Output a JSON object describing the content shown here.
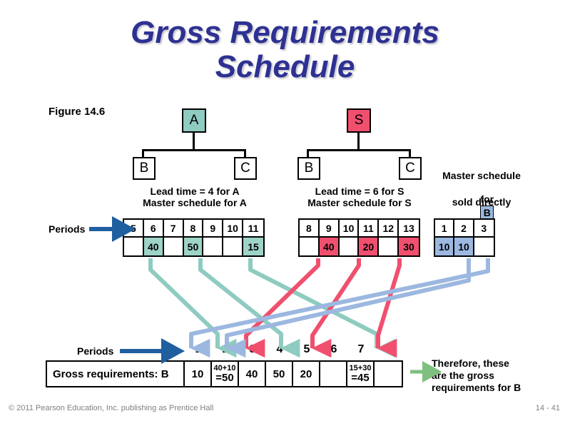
{
  "title": "Gross  Requirements\nSchedule",
  "figure_label": "Figure 14.6",
  "trees": [
    {
      "root": "A",
      "children": [
        "B",
        "C"
      ],
      "caption_line1": "Lead time = 4 for A",
      "caption_line2": "Master schedule for A",
      "root_color": "#8ecbc0"
    },
    {
      "root": "S",
      "children": [
        "B",
        "C"
      ],
      "caption_line1": "Lead time = 6 for S",
      "caption_line2": "Master schedule for S",
      "root_color": "#f0506e"
    }
  ],
  "master_b_caption": {
    "line1": "Master schedule",
    "line2_pre": "for",
    "line2_badge": "B",
    "line3": "sold directly"
  },
  "periods_label": "Periods",
  "schedule_a": {
    "periods": [
      "5",
      "6",
      "7",
      "8",
      "9",
      "10",
      "11"
    ],
    "values": [
      "",
      "40",
      "",
      "50",
      "",
      "",
      "15"
    ],
    "highlight": [
      false,
      true,
      false,
      true,
      false,
      false,
      true
    ],
    "highlight_color": "#9ed3c8"
  },
  "schedule_s": {
    "periods": [
      "8",
      "9",
      "10",
      "11",
      "12",
      "13"
    ],
    "values": [
      "",
      "40",
      "",
      "20",
      "",
      "30"
    ],
    "highlight": [
      false,
      true,
      false,
      true,
      false,
      true
    ],
    "highlight_color": "#f0506e"
  },
  "schedule_b": {
    "periods": [
      "1",
      "2",
      "3"
    ],
    "values": [
      "10",
      "10",
      ""
    ],
    "highlight": [
      true,
      true,
      false
    ],
    "highlight_color": "#9cb8e0"
  },
  "gross": {
    "periods_label": "Periods",
    "row_label": "Gross requirements: B",
    "period_headers": [
      "1",
      "2",
      "3",
      "4",
      "5",
      "6",
      "7",
      "8"
    ],
    "values": [
      {
        "top": "",
        "bot": "10"
      },
      {
        "top": "40+10",
        "bot": "=50"
      },
      {
        "top": "",
        "bot": "40"
      },
      {
        "top": "",
        "bot": "50"
      },
      {
        "top": "",
        "bot": "20"
      },
      {
        "top": "",
        "bot": ""
      },
      {
        "top": "15+30",
        "bot": "=45"
      },
      {
        "top": "",
        "bot": ""
      }
    ]
  },
  "note": {
    "line1": "Therefore, these",
    "line2": "are the gross",
    "line3": "requirements for B"
  },
  "footer": {
    "copyright": "© 2011 Pearson Education, Inc. publishing as Prentice Hall",
    "page": "14 - 41"
  },
  "colors": {
    "title": "#2e3192",
    "teal": "#9ed3c8",
    "red": "#f0506e",
    "blue": "#9cb8e0",
    "periods_arrow": "#1f5fa0",
    "note_arrow": "#7fbf7f"
  }
}
